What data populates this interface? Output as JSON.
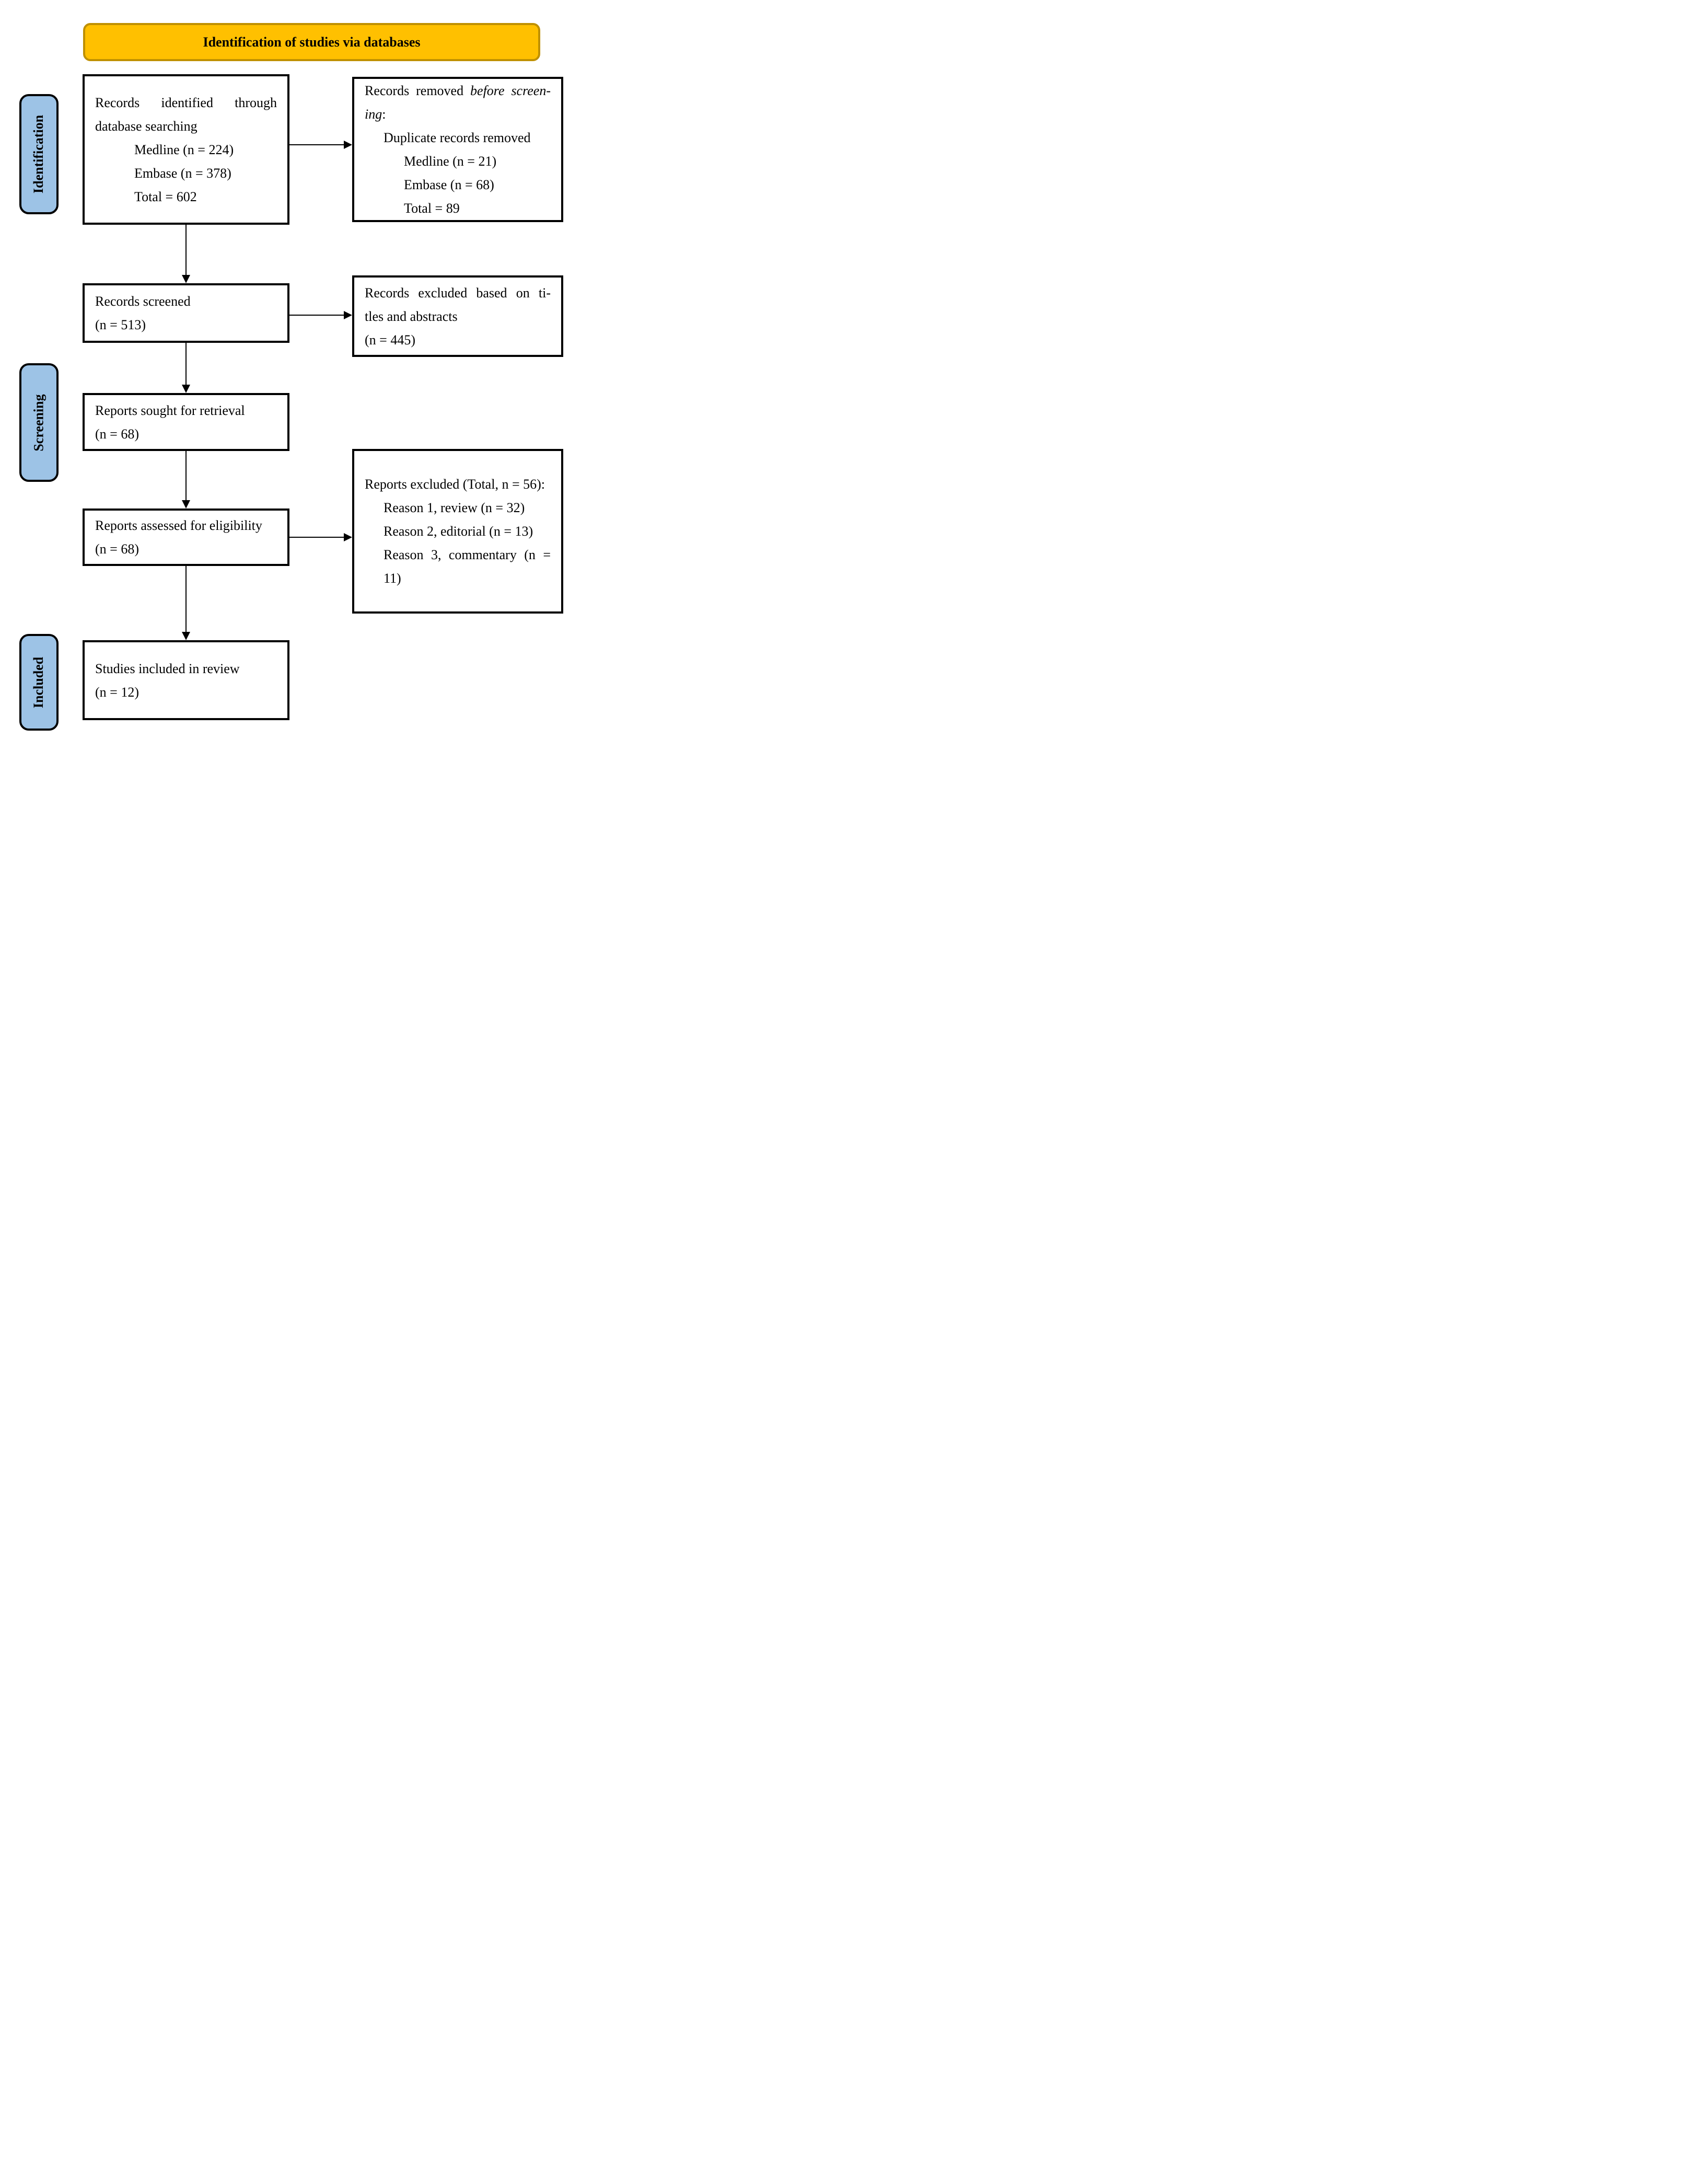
{
  "banner": {
    "title": "Identification of studies via databases"
  },
  "stages": {
    "identification": "Identification",
    "screening": "Screening",
    "included": "Included"
  },
  "boxes": {
    "identified": {
      "heading_line1": "Records identified through",
      "heading_line2": "database searching",
      "items": [
        "Medline (n = 224)",
        "Embase (n = 378)",
        "Total = 602"
      ]
    },
    "removed": {
      "heading_roman": "Records removed",
      "heading_italic_line1": "before screen-",
      "heading_italic_line2": "ing",
      "heading_colon": ":",
      "subheading": "Duplicate records removed",
      "items": [
        "Medline (n = 21)",
        "Embase (n = 68)",
        "Total = 89"
      ]
    },
    "screened": {
      "line1": "Records screened",
      "line2": "(n = 513)"
    },
    "excluded_records": {
      "line1": "Records excluded based on ti-",
      "line2": "tles and abstracts",
      "line3": "(n = 445)"
    },
    "sought": {
      "line1": "Reports sought for retrieval",
      "line2": "(n = 68)"
    },
    "assessed": {
      "line1": "Reports assessed for eligibility",
      "line2": "(n = 68)"
    },
    "excluded_reports": {
      "heading": "Reports excluded (Total, n = 56):",
      "items": [
        "Reason 1, review (n = 32)",
        "Reason 2, editorial (n = 13)",
        "Reason 3, commentary (n =",
        "11)"
      ]
    },
    "included_studies": {
      "line1": "Studies included in review",
      "line2": "(n = 12)"
    }
  },
  "colors": {
    "banner_fill": "#FFC000",
    "banner_border": "#BF9000",
    "stage_fill": "#9DC3E6",
    "line": "#000000"
  }
}
